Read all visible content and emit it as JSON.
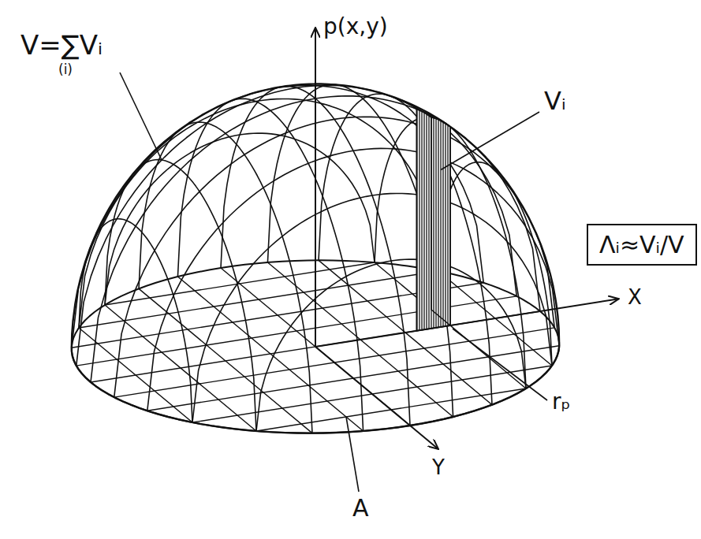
{
  "diagram": {
    "nodes": [
      {
        "text": [
          "Λᵢ≈Vᵢ/V"
        ]
      }
    ],
    "labels": [
      "p(x,y)",
      "V=∑Vᵢ",
      "(i)",
      "Vᵢ",
      "X",
      "Y",
      "rₚ",
      "A"
    ]
  }
}
